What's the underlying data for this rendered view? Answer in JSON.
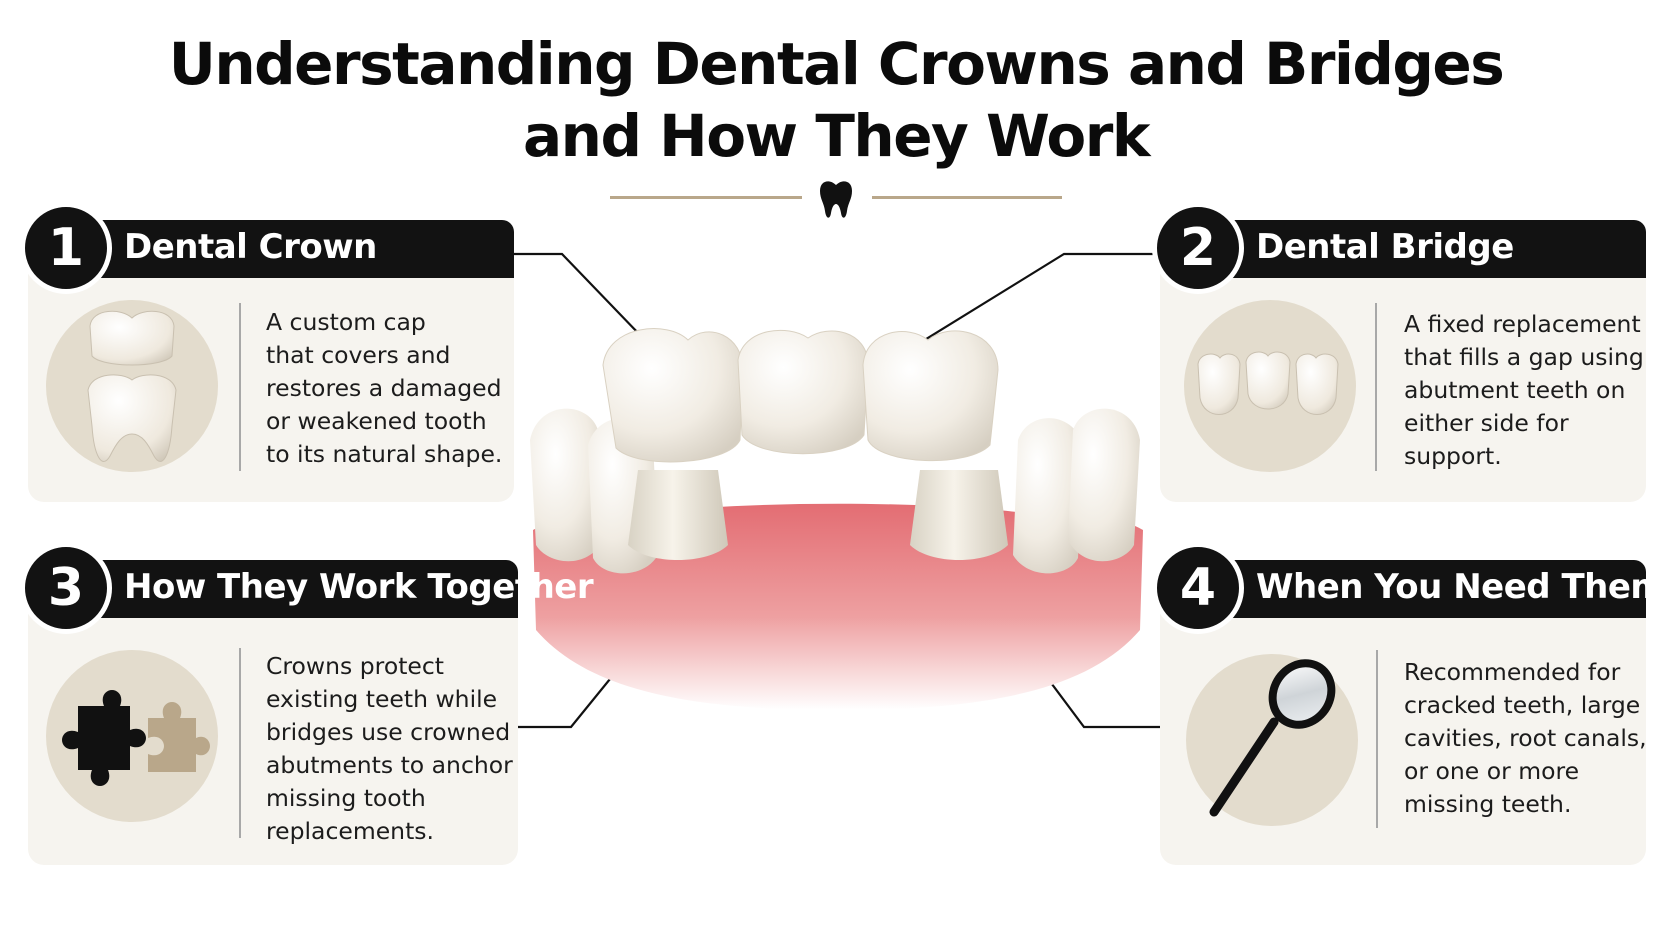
{
  "title": {
    "line1": "Understanding Dental Crowns and Bridges",
    "line2": "and How They Work"
  },
  "colors": {
    "dark": "#121212",
    "card": "#f6f4ef",
    "disc": "#e3dccd",
    "accent": "#b9a78a",
    "gum": "#e77f82"
  },
  "sections": [
    {
      "number": "1",
      "title": "Dental Crown",
      "icon": "tooth-crown-icon",
      "lines": [
        "A custom cap",
        "that covers and",
        "restores a damaged",
        "or weakened tooth",
        "to its natural shape."
      ]
    },
    {
      "number": "2",
      "title": "Dental Bridge",
      "icon": "bridge-teeth-icon",
      "lines": [
        "A fixed replacement",
        "that fills a gap using",
        "abutment teeth on",
        "either side for",
        "support."
      ]
    },
    {
      "number": "3",
      "title": "How They Work Together",
      "icon": "puzzle-icon",
      "lines": [
        "Crowns protect",
        "existing teeth while",
        "bridges use crowned",
        "abutments to anchor",
        "missing tooth",
        "replacements."
      ]
    },
    {
      "number": "4",
      "title": "When You Need Them",
      "icon": "dental-mirror-icon",
      "lines": [
        "Recommended for",
        "cracked teeth, large",
        "cavities, root canals,",
        "or one or more",
        "missing teeth."
      ]
    }
  ],
  "center_icon": "tooth-icon"
}
